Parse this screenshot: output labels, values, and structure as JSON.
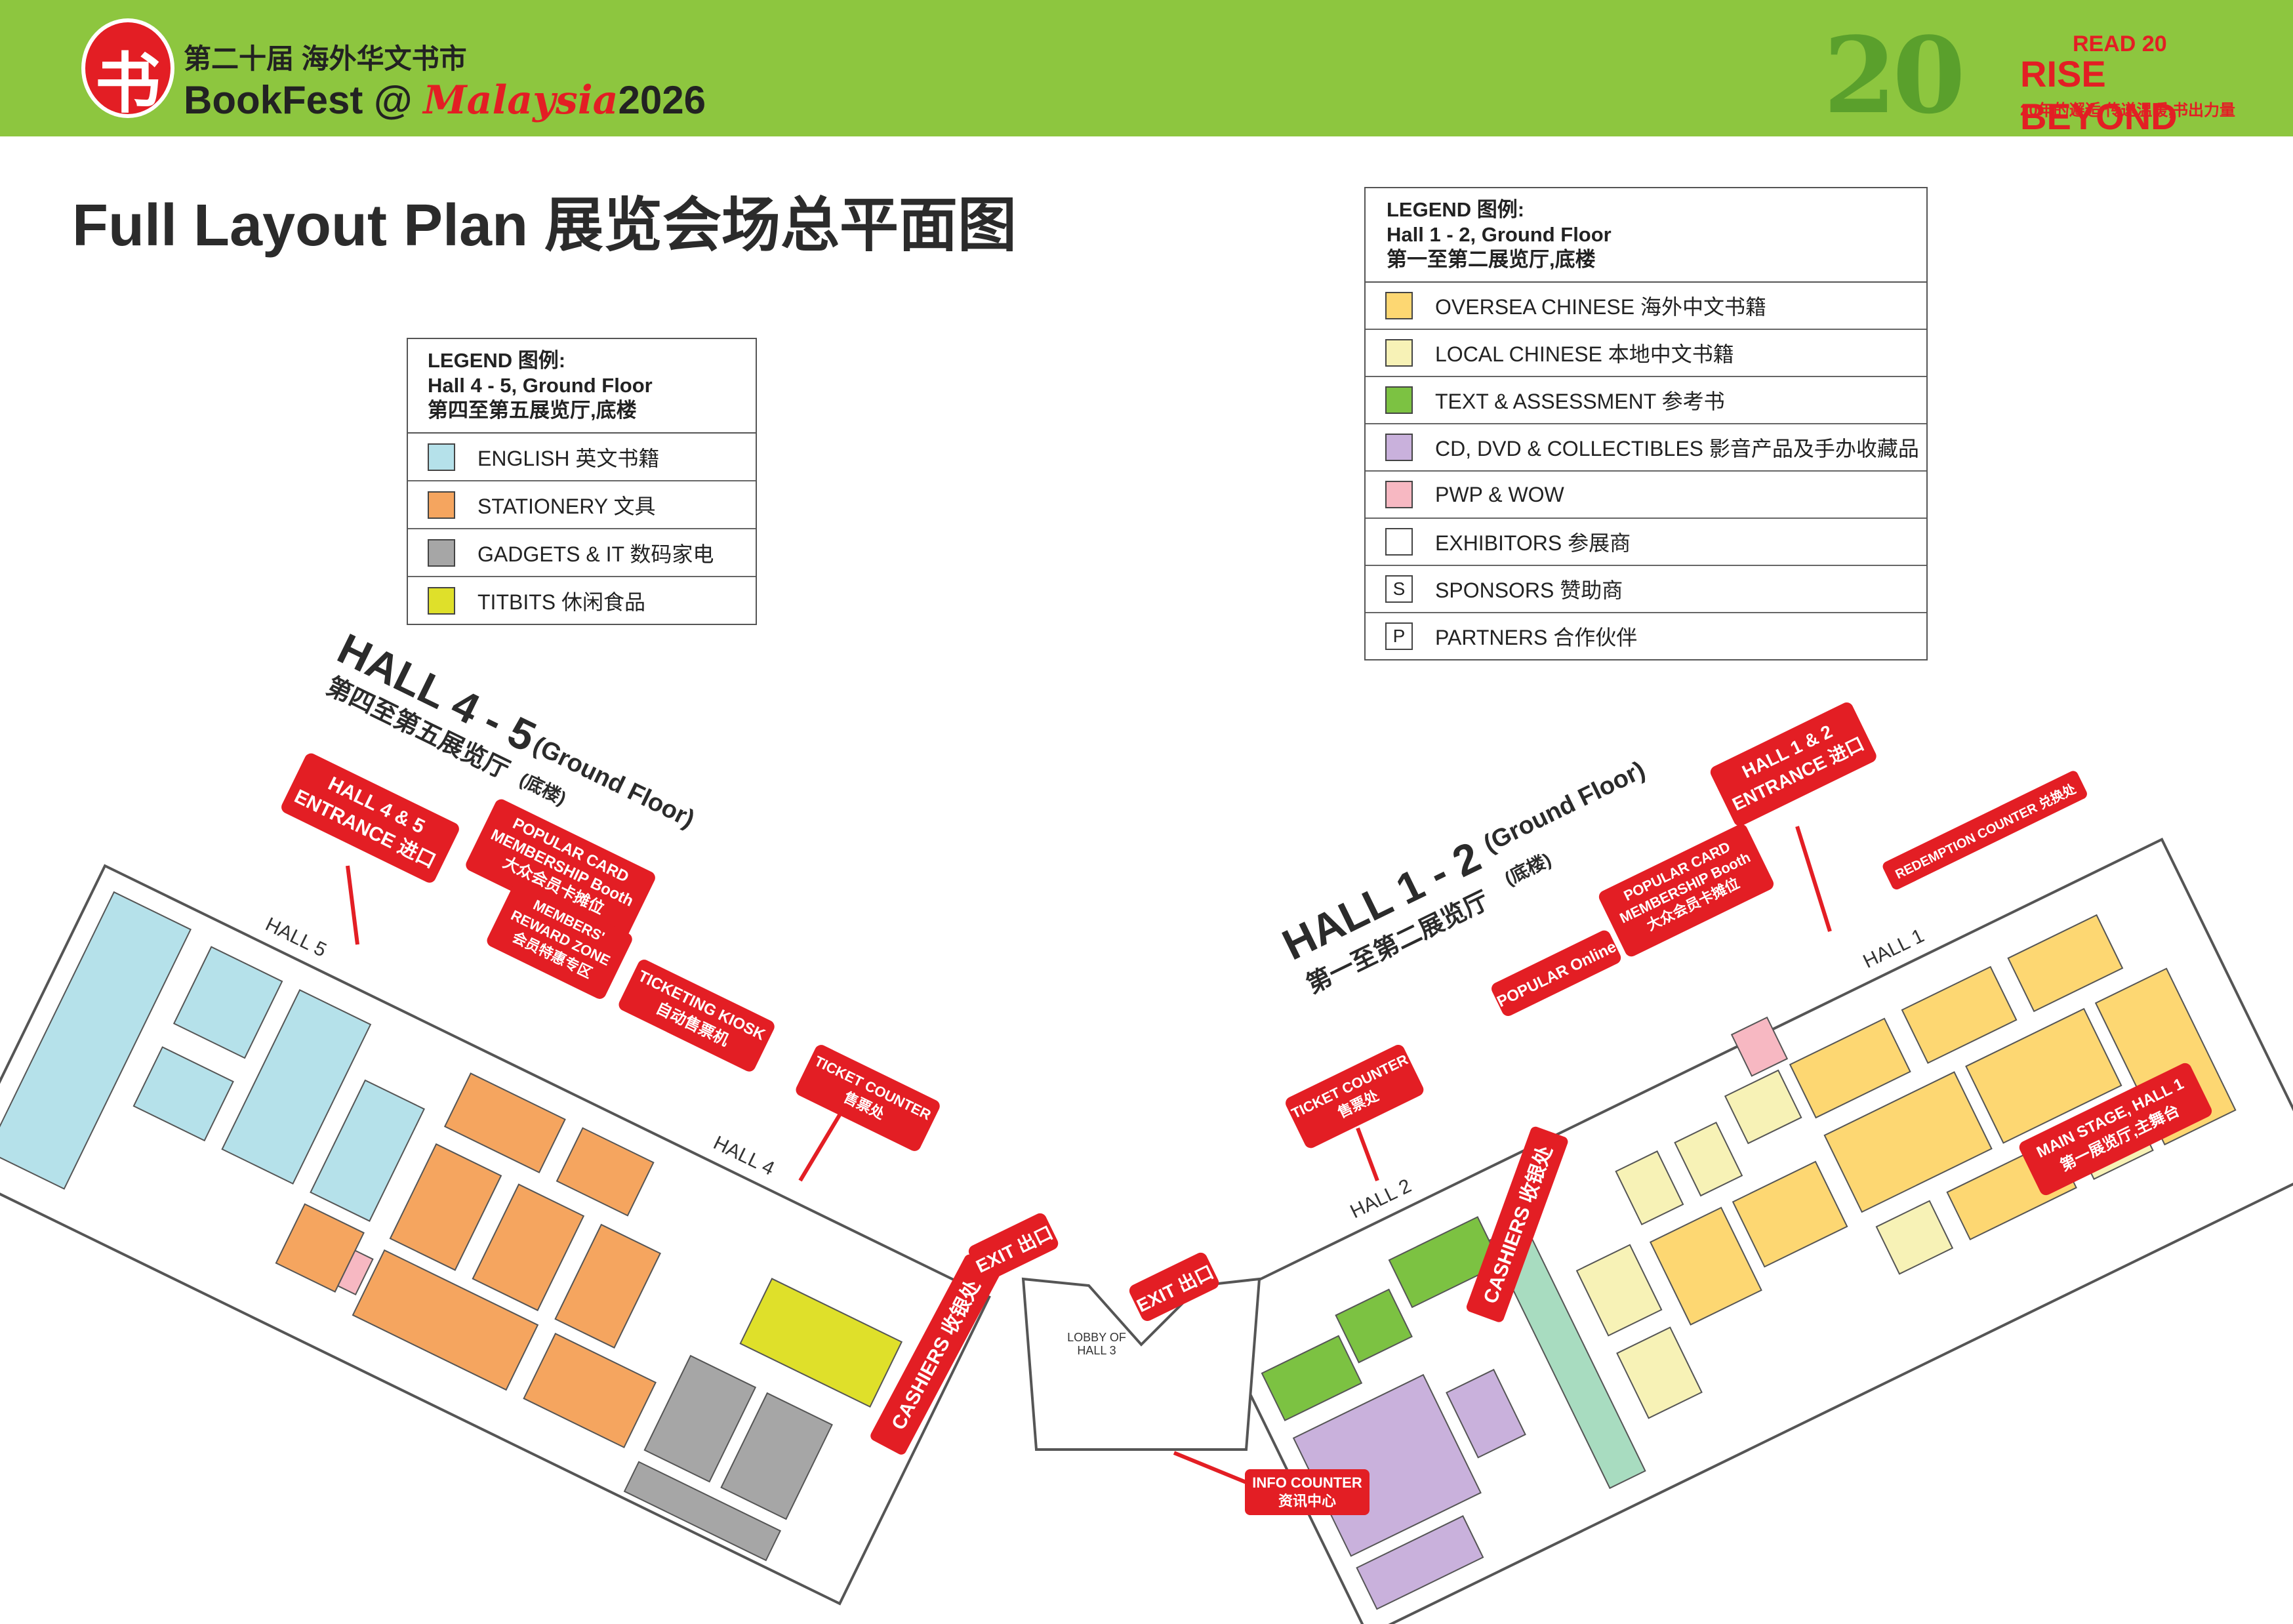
{
  "header": {
    "chinese_title": "第二十届 海外华文书市",
    "event_prefix": "BookFest @",
    "event_country": "Malaysia",
    "event_year": "2026",
    "anniversary_number": "20",
    "tagline_top": "READ 20",
    "tagline_main": "RISE BEYOND",
    "tagline_chinese": "20年的邂逅 传递温暖,书出力量"
  },
  "page_title": "Full Layout Plan 展览会场总平面图",
  "legend_halls_4_5": {
    "heading": "LEGEND 图例:",
    "subheading": "Hall 4 - 5, Ground Floor",
    "subheading_cn": "第四至第五展览厅,底楼",
    "items": [
      {
        "label": "ENGLISH 英文书籍",
        "color": "#b5e1ea"
      },
      {
        "label": "STATIONERY 文具",
        "color": "#f5a55f"
      },
      {
        "label": "GADGETS & IT 数码家电",
        "color": "#a6a6a6"
      },
      {
        "label": "TITBITS 休闲食品",
        "color": "#dfe02a"
      }
    ]
  },
  "legend_halls_1_2": {
    "heading": "LEGEND 图例:",
    "subheading": "Hall 1 - 2, Ground Floor",
    "subheading_cn": "第一至第二展览厅,底楼",
    "items": [
      {
        "label": "OVERSEA CHINESE 海外中文书籍",
        "color": "#fdd772",
        "symbol": ""
      },
      {
        "label": "LOCAL CHINESE 本地中文书籍",
        "color": "#f7f2b6",
        "symbol": ""
      },
      {
        "label": "TEXT & ASSESSMENT 参考书",
        "color": "#7cc242",
        "symbol": ""
      },
      {
        "label": "CD, DVD & COLLECTIBLES 影音产品及手办收藏品",
        "color": "#c9b1dc",
        "symbol": ""
      },
      {
        "label": "PWP & WOW",
        "color": "#f7b8c2",
        "symbol": ""
      },
      {
        "label": "EXHIBITORS 参展商",
        "color": "#ffffff",
        "symbol": ""
      },
      {
        "label": "SPONSORS 赞助商",
        "color": "#ffffff",
        "symbol": "S"
      },
      {
        "label": "PARTNERS 合作伙伴",
        "color": "#ffffff",
        "symbol": "P"
      }
    ]
  },
  "halls": {
    "hall_4_5_title": "HALL 4 - 5",
    "hall_4_5_floor": "(Ground Floor)",
    "hall_4_5_cn": "第四至第五展览厅",
    "hall_4_5_cn_floor": "(底楼)",
    "hall_1_2_title": "HALL 1 - 2",
    "hall_1_2_floor": "(Ground Floor)",
    "hall_1_2_cn": "第一至第二展览厅",
    "hall_1_2_cn_floor": "(底楼)",
    "hall5_label": "HALL 5",
    "hall4_label": "HALL 4",
    "hall2_label": "HALL 2",
    "hall1_label": "HALL 1",
    "lobby_label_1": "LOBBY OF",
    "lobby_label_2": "HALL 3"
  },
  "callouts": {
    "hall45_entrance_1": "HALL 4 & 5",
    "hall45_entrance_2": "ENTRANCE 进口",
    "popular_card_1": "POPULAR CARD",
    "popular_card_2": "MEMBERSHIP Booth",
    "popular_card_3": "大众会员卡摊位",
    "members_reward_1": "MEMBERS'",
    "members_reward_2": "REWARD ZONE",
    "members_reward_3": "会员特惠专区",
    "ticketing_kiosk_1": "TICKETING KIOSK",
    "ticketing_kiosk_2": "自动售票机",
    "ticket_counter_1": "TICKET COUNTER",
    "ticket_counter_2": "售票处",
    "cashiers": "CASHIERS 收银处",
    "exit": "EXIT 出口",
    "info_counter_1": "INFO COUNTER",
    "info_counter_2": "资讯中心",
    "popular_online": "POPULAR Online",
    "hall12_entrance_1": "HALL 1 & 2",
    "hall12_entrance_2": "ENTRANCE 进口",
    "redemption": "REDEMPTION COUNTER 兑换处",
    "main_stage_1": "MAIN STAGE, HALL 1",
    "main_stage_2": "第一展览厅,主舞台"
  },
  "colors": {
    "topbar": "#8dc63f",
    "callout": "#e31e24",
    "english": "#b5e1ea",
    "stationery": "#f5a55f",
    "gadgets": "#a6a6a6",
    "titbits": "#dfe02a",
    "oversea": "#fdd772",
    "local": "#f7f2b6",
    "text_assessment": "#7cc242",
    "cd_dvd": "#c9b1dc",
    "pwp": "#f7b8c2",
    "cashier_zone": "#a8dcc0"
  }
}
